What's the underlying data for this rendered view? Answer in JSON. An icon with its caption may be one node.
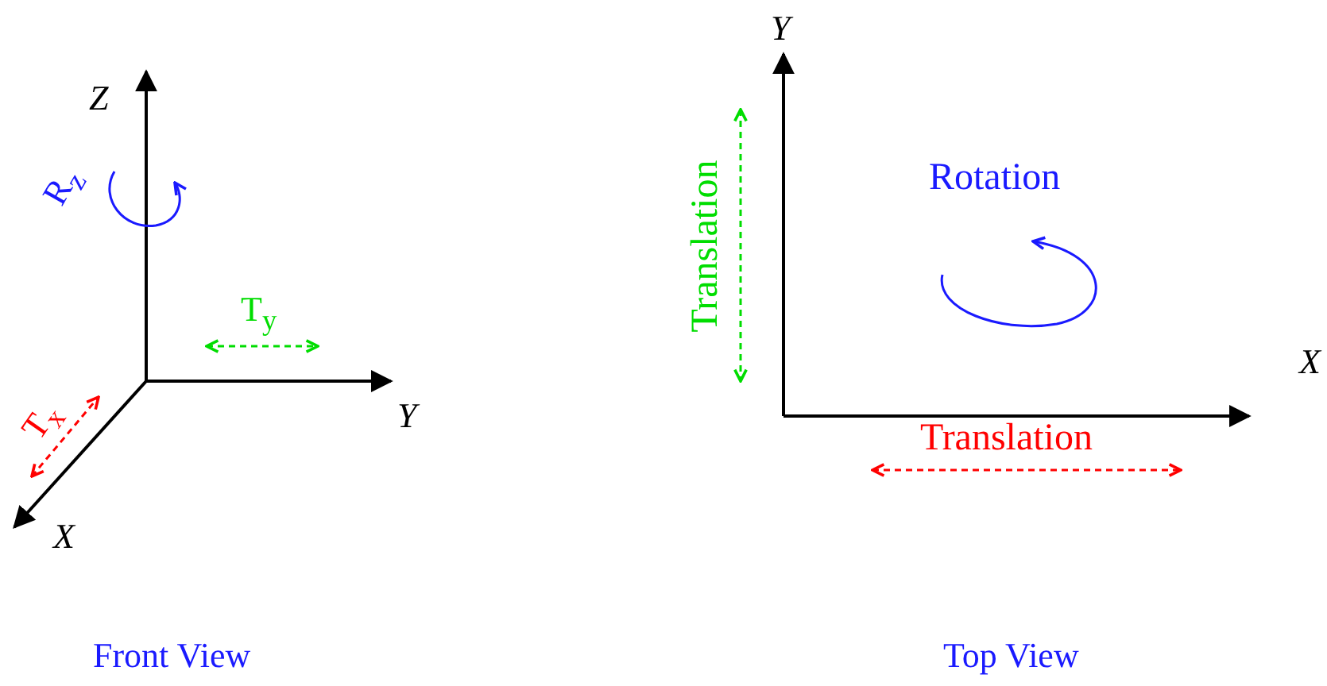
{
  "diagram": {
    "labels": [
      "Z",
      "R$_{z}$",
      "T$_{y}$",
      "Y",
      "T$_{x}$",
      "X",
      "Front View",
      "Y",
      "Rotation",
      "Translation",
      "X",
      "Translation",
      "Top View"
    ]
  }
}
